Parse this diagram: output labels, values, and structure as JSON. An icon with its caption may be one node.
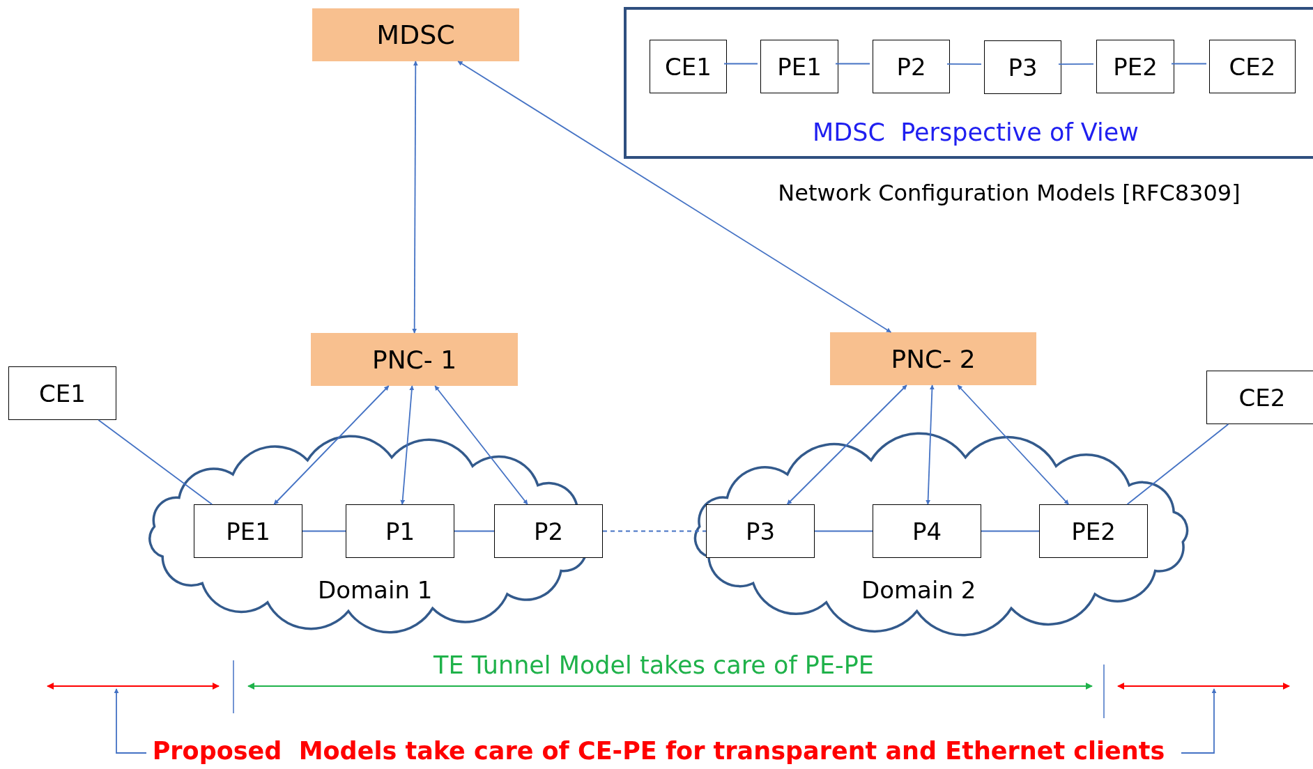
{
  "diagram": {
    "nodes": [
      {
        "text": [
          "MDSC"
        ]
      },
      {
        "text": [
          "MDSC  Perspective of View"
        ]
      },
      {
        "text": [
          "CE1"
        ],
        "in": 1
      },
      {
        "text": [
          "PE1"
        ],
        "in": 1
      },
      {
        "text": [
          "P2"
        ],
        "in": 1
      },
      {
        "text": [
          "P3"
        ],
        "in": 1
      },
      {
        "text": [
          "PE2"
        ],
        "in": 1
      },
      {
        "text": [
          "CE2"
        ],
        "in": 1
      },
      {
        "text": [
          "PNC- 1"
        ]
      },
      {
        "text": [
          "PNC- 2"
        ]
      },
      {
        "text": [
          "CE1"
        ]
      },
      {
        "text": [
          "CE2"
        ]
      },
      {
        "text": [
          "Domain 1"
        ]
      },
      {
        "text": [
          "PE1"
        ],
        "in": 12
      },
      {
        "text": [
          "P1"
        ],
        "in": 12
      },
      {
        "text": [
          "P2"
        ],
        "in": 12
      },
      {
        "text": [
          "Domain 2"
        ]
      },
      {
        "text": [
          "P3"
        ],
        "in": 16
      },
      {
        "text": [
          "P4"
        ],
        "in": 16
      },
      {
        "text": [
          "PE2"
        ],
        "in": 16
      }
    ],
    "edges": [
      {
        "from": 0,
        "to": 8,
        "arrow": "both"
      },
      {
        "from": 0,
        "to": 9,
        "arrow": "both"
      },
      {
        "from": 2,
        "to": 3,
        "arrow": "none"
      },
      {
        "from": 3,
        "to": 4,
        "arrow": "none"
      },
      {
        "from": 4,
        "to": 5,
        "arrow": "none"
      },
      {
        "from": 5,
        "to": 6,
        "arrow": "none"
      },
      {
        "from": 6,
        "to": 7,
        "arrow": "none"
      },
      {
        "from": 8,
        "to": 13,
        "arrow": "both"
      },
      {
        "from": 8,
        "to": 14,
        "arrow": "both"
      },
      {
        "from": 8,
        "to": 15,
        "arrow": "both"
      },
      {
        "from": 9,
        "to": 17,
        "arrow": "both"
      },
      {
        "from": 9,
        "to": 18,
        "arrow": "both"
      },
      {
        "from": 9,
        "to": 19,
        "arrow": "both"
      },
      {
        "from": 10,
        "to": 13,
        "arrow": "none"
      },
      {
        "from": 11,
        "to": 19,
        "arrow": "none"
      },
      {
        "from": 13,
        "to": 14,
        "arrow": "none"
      },
      {
        "from": 14,
        "to": 15,
        "arrow": "none"
      },
      {
        "from": 15,
        "to": 17,
        "arrow": "none",
        "style": "dashed"
      },
      {
        "from": 17,
        "to": 18,
        "arrow": "none"
      },
      {
        "from": 18,
        "to": 19,
        "arrow": "none"
      }
    ],
    "labels": [
      "Network Configuration Models [RFC8309]",
      "TE Tunnel Model takes care of PE-PE",
      "Proposed  Models take care of CE-PE for transparent and Ethernet clients"
    ]
  }
}
